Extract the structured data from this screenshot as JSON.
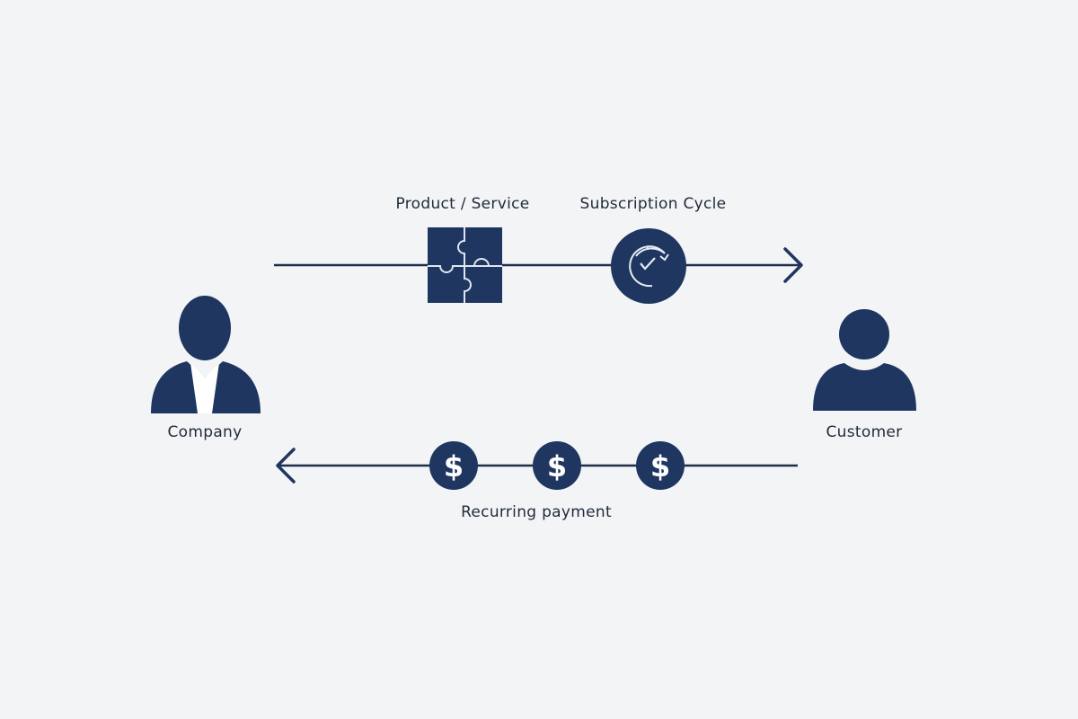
{
  "labels": {
    "product": "Product / Service",
    "cycle": "Subscription Cycle",
    "company": "Company",
    "customer": "Customer",
    "payment": "Recurring payment"
  },
  "dollar_symbol": "$",
  "colors": {
    "navy": "#1e3660",
    "background": "#f3f4f5",
    "line": "#1e2d4a"
  }
}
